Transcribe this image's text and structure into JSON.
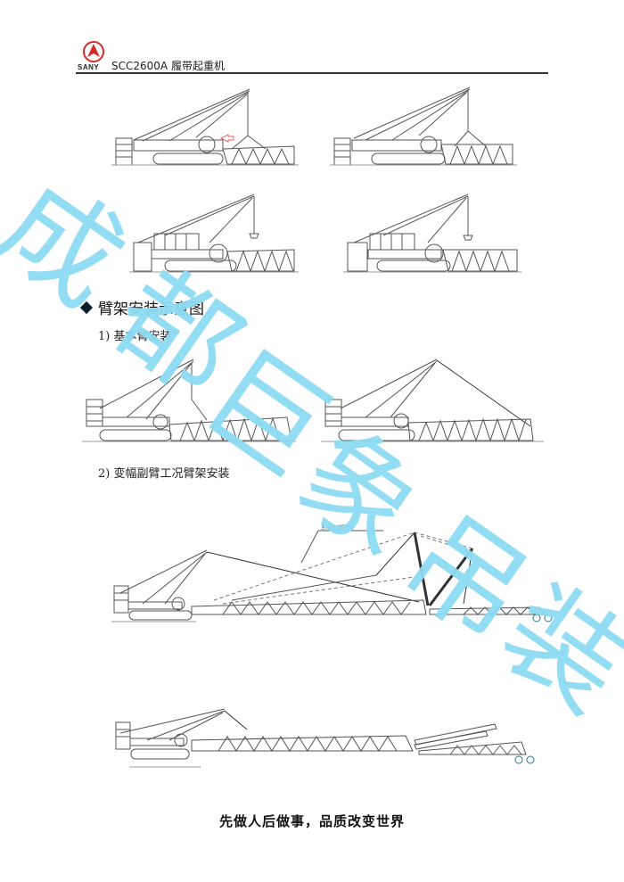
{
  "header": {
    "logo_text": "SANY",
    "logo_color": "#d42a2a",
    "title": "SCC2600A 履带起重机"
  },
  "section": {
    "heading": "臂架安装示意图",
    "sub1": "1) 基本臂安装",
    "sub2": "2) 变幅副臂工况臂架安装"
  },
  "figures": {
    "top_row_1": {
      "caption": "",
      "arrow_color": "#e06060"
    },
    "callout_label": "主/副变幅钢丝绳"
  },
  "watermark": {
    "text": "成都巨象吊装",
    "chars": [
      "成",
      "都",
      "巨",
      "象",
      "吊",
      "装"
    ],
    "color": "#8ddcf3"
  },
  "footer": {
    "slogan": "先做人后做事，品质改变世界"
  }
}
